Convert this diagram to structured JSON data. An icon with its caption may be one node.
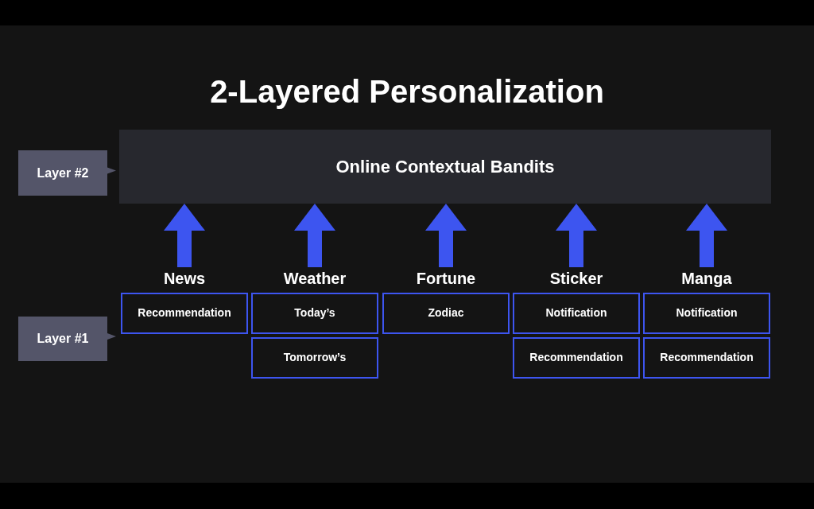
{
  "diagram": {
    "title": "2-Layered Personalization",
    "nodes": [
      {
        "text": [
          "Layer #2"
        ]
      },
      {
        "text": [
          "Online Contextual Bandits"
        ]
      },
      {
        "text": [
          "Layer #1"
        ]
      },
      {
        "text": [
          "News"
        ]
      },
      {
        "text": [
          "Recommendation"
        ]
      },
      {
        "text": [
          "Weather"
        ]
      },
      {
        "text": [
          "Today’s"
        ]
      },
      {
        "text": [
          "Tomorrow’s"
        ]
      },
      {
        "text": [
          "Fortune"
        ]
      },
      {
        "text": [
          "Zodiac"
        ]
      },
      {
        "text": [
          "Sticker"
        ]
      },
      {
        "text": [
          "Notification"
        ]
      },
      {
        "text": [
          "Recommendation"
        ]
      },
      {
        "text": [
          "Manga"
        ]
      },
      {
        "text": [
          "Notification"
        ]
      },
      {
        "text": [
          "Recommendation"
        ]
      }
    ],
    "edges": [
      {
        "from": 3,
        "to": 1,
        "arrow": "to"
      },
      {
        "from": 5,
        "to": 1,
        "arrow": "to"
      },
      {
        "from": 8,
        "to": 1,
        "arrow": "to"
      },
      {
        "from": 10,
        "to": 1,
        "arrow": "to"
      },
      {
        "from": 13,
        "to": 1,
        "arrow": "to"
      }
    ]
  }
}
